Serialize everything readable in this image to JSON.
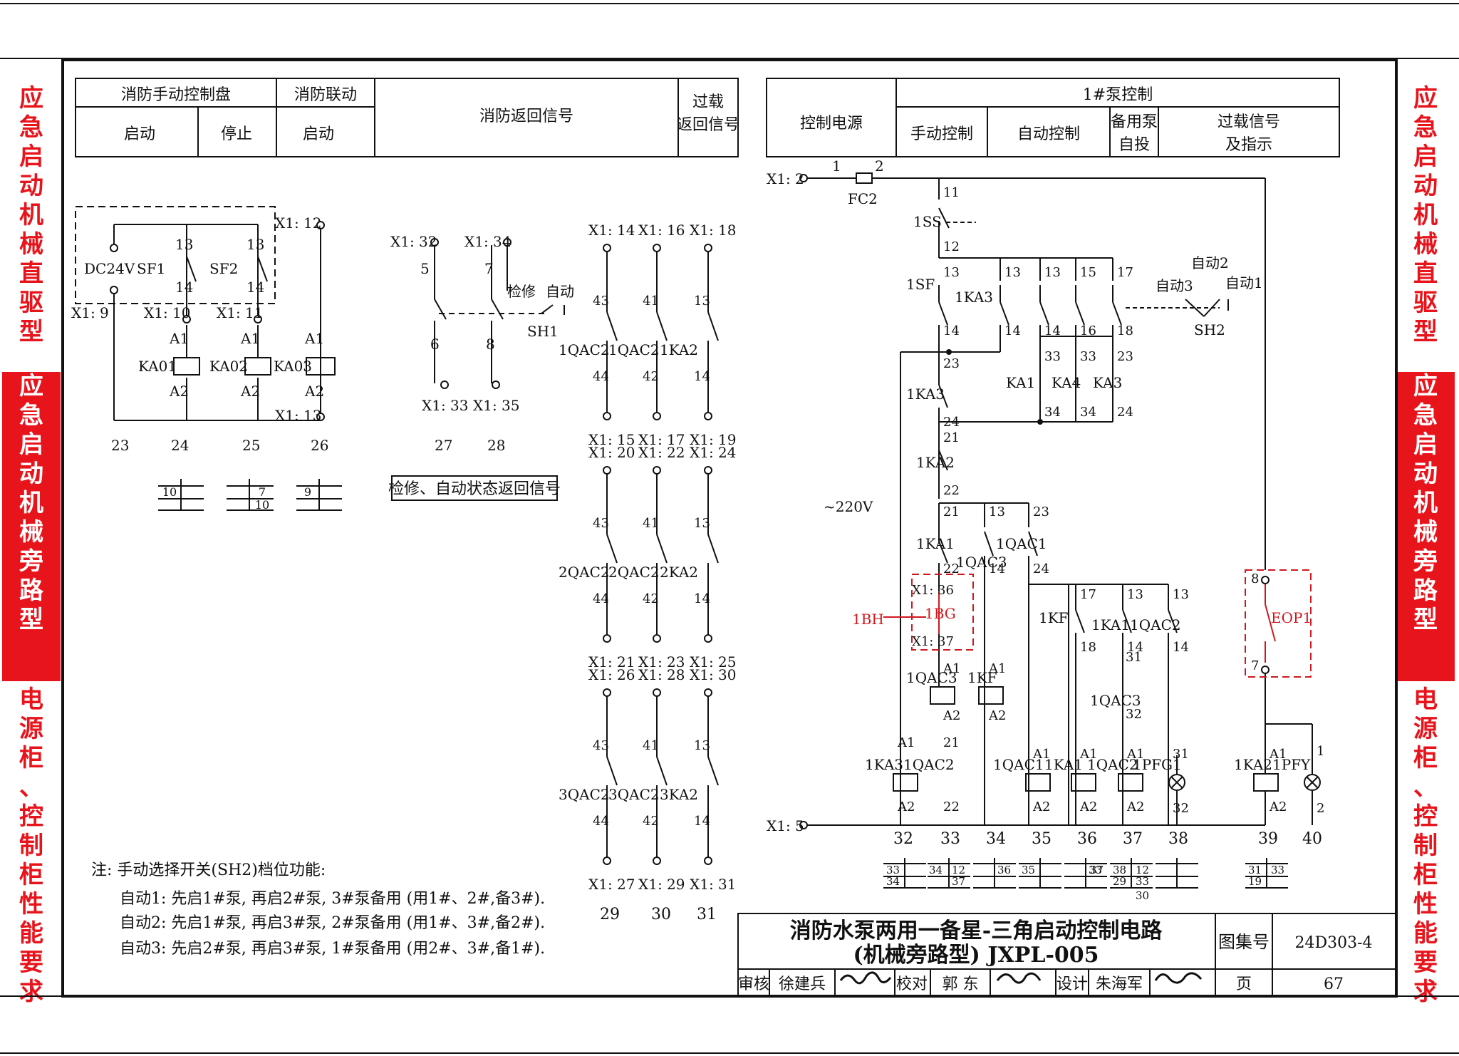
{
  "sidebar_left": [
    {
      "text": "应急启动机械直驱型",
      "style": "red"
    },
    {
      "text": "应急启动机械旁路型",
      "style": "white"
    },
    {
      "text": "电源柜、控制柜性能要求",
      "style": "red"
    }
  ],
  "sidebar_right": [
    {
      "text": "应急启动机械直驱型",
      "style": "red"
    },
    {
      "text": "应急启动机械旁路型",
      "style": "white"
    },
    {
      "text": "电源柜、控制柜性能要求",
      "style": "red"
    }
  ],
  "left_header": {
    "manual_panel": "消防手动控制盘",
    "fire_link": "消防联动",
    "return_signal": "消防返回信号",
    "overload_1": "过载",
    "overload_2": "返回信号",
    "start": "启动",
    "stop": "停止",
    "link_start": "启动"
  },
  "right_header": {
    "control_power": "控制电源",
    "pump_control": "1#泵控制",
    "manual": "手动控制",
    "auto": "自动控制",
    "standby_1": "备用泵",
    "standby_2": "自投",
    "overload_1": "过载信号",
    "overload_2": "及指示"
  },
  "left_circuit": {
    "terminals": [
      "X1: 12",
      "X1: 9",
      "X1: 10",
      "X1: 11",
      "X1: 13"
    ],
    "power": "DC24V",
    "switches": [
      "SF1",
      "SF2"
    ],
    "relays": [
      "KA01",
      "KA02",
      "KA03"
    ],
    "pins": [
      "13",
      "14",
      "A1",
      "A2"
    ],
    "columns": [
      "23",
      "24",
      "25",
      "26"
    ],
    "contact_refs": [
      "10",
      "7",
      "10",
      "9"
    ]
  },
  "return_circuit": {
    "terminals": [
      "X1: 32",
      "X1: 34",
      "X1: 33",
      "X1: 35"
    ],
    "pins": [
      "5",
      "6",
      "7",
      "8"
    ],
    "labels": [
      "检修",
      "自动",
      "SH1"
    ],
    "columns": [
      "27",
      "28"
    ],
    "caption": "检修、自动状态返回信号"
  },
  "contact_matrix": {
    "rows": [
      {
        "top": [
          "X1: 14",
          "X1: 16",
          "X1: 18"
        ],
        "bottom": [
          "X1: 15",
          "X1: 17",
          "X1: 19"
        ],
        "labels": [
          "1QAC2",
          "1QAC2",
          "1KA2"
        ]
      },
      {
        "top": [
          "X1: 20",
          "X1: 22",
          "X1: 24"
        ],
        "bottom": [
          "X1: 21",
          "X1: 23",
          "X1: 25"
        ],
        "labels": [
          "2QAC2",
          "2QAC2",
          "2KA2"
        ]
      },
      {
        "top": [
          "X1: 26",
          "X1: 28",
          "X1: 30"
        ],
        "bottom": [
          "X1: 27",
          "X1: 29",
          "X1: 31"
        ],
        "labels": [
          "3QAC2",
          "3QAC2",
          "3KA2"
        ]
      }
    ],
    "pins_top": [
      "43",
      "41",
      "13"
    ],
    "pins_bottom": [
      "44",
      "42",
      "14"
    ],
    "columns": [
      "29",
      "30",
      "31"
    ]
  },
  "notes": {
    "title": "注: 手动选择开关(SH2)档位功能:",
    "lines": [
      "自动1: 先启1#泵, 再启2#泵, 3#泵备用 (用1#、2#,备3#).",
      "自动2: 先启1#泵, 再启3#泵, 2#泵备用 (用1#、3#,备2#).",
      "自动3: 先启2#泵, 再启3#泵, 1#泵备用 (用2#、3#,备1#)."
    ]
  },
  "main_circuit": {
    "supply_top": "X1: 2",
    "supply_bottom": "X1: 5",
    "fuse": "FC2",
    "fuse_pins": [
      "1",
      "2"
    ],
    "voltage": "~220V",
    "devices": [
      "1SS",
      "1SF",
      "1KA3",
      "KA1",
      "KA4",
      "KA3",
      "1KA3",
      "1KA2",
      "1KA1",
      "1QAC3",
      "1QAC1",
      "1KF",
      "1KA1",
      "1QAC2",
      "1QAC3",
      "1QAC3",
      "1KF",
      "1KA3",
      "1QAC2",
      "1QAC1",
      "1KA1",
      "1QAC2",
      "1PFG1",
      "1KA2",
      "1PFY"
    ],
    "sh2": {
      "name": "SH2",
      "positions": [
        "自动3",
        "自动2",
        "自动1"
      ]
    },
    "red_labels": {
      "bh": "1BH",
      "bg": "1BG",
      "terminal_a": "X1: 36",
      "terminal_b": "X1: 37",
      "eop": "EOP1",
      "eop_pins": [
        "8",
        "7"
      ]
    },
    "pin_labels": [
      "11",
      "12",
      "13",
      "14",
      "15",
      "16",
      "17",
      "18",
      "21",
      "22",
      "23",
      "24",
      "31",
      "32",
      "33",
      "34",
      "A1",
      "A2",
      "1",
      "2"
    ],
    "columns": [
      "32",
      "33",
      "34",
      "35",
      "36",
      "37",
      "38",
      "39",
      "40"
    ],
    "contact_refs": [
      "33",
      "34",
      "34",
      "12",
      "37",
      "36",
      "35",
      "37",
      "33",
      "38",
      "12",
      "29",
      "33",
      "30",
      "31",
      "33",
      "19"
    ]
  },
  "title_block": {
    "title_line1": "消防水泵两用一备星-三角启动控制电路",
    "title_line2": "(机械旁路型) JXPL-005",
    "atlas_label": "图集号",
    "atlas_no": "24D303-4",
    "review_label": "审核",
    "reviewer": "徐建兵",
    "check_label": "校对",
    "checker": "郭 东",
    "design_label": "设计",
    "designer": "朱海军",
    "page_label": "页",
    "page_no": "67"
  }
}
